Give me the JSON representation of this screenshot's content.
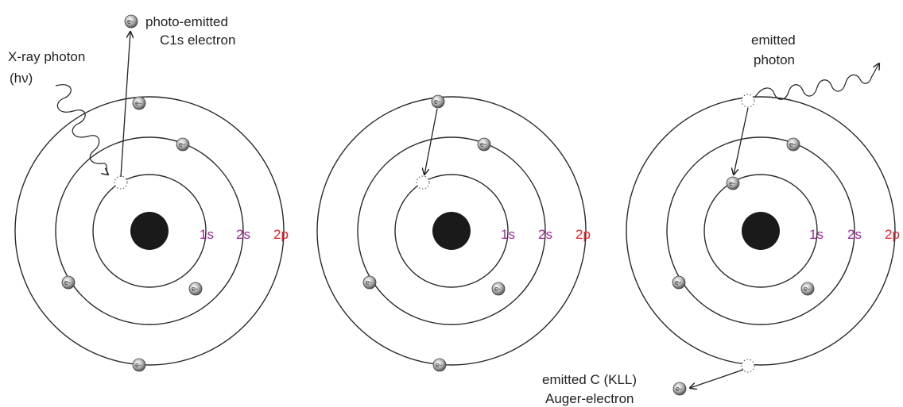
{
  "electron_label": "e-",
  "colors": {
    "shell_1s": "#a0289c",
    "shell_2s": "#a0289c",
    "shell_2p": "#e8202a",
    "nucleus": "#1a1a1a",
    "orbit": "#2a2a2a"
  },
  "panels": [
    {
      "shell_labels": [
        "1s",
        "2s",
        "2p"
      ],
      "annotations": {
        "photon_in_line1": "X-ray photon",
        "photon_in_line2": "(hν)",
        "photoelectron_line1": "photo-emitted",
        "photoelectron_line2": "C1s electron"
      }
    },
    {
      "shell_labels": [
        "1s",
        "2s",
        "2p"
      ]
    },
    {
      "shell_labels": [
        "1s",
        "2s",
        "2p"
      ],
      "annotations": {
        "photon_out_line1": "emitted",
        "photon_out_line2": "photon",
        "auger_line1": "emitted C (KLL)",
        "auger_line2": "Auger-electron"
      }
    }
  ]
}
